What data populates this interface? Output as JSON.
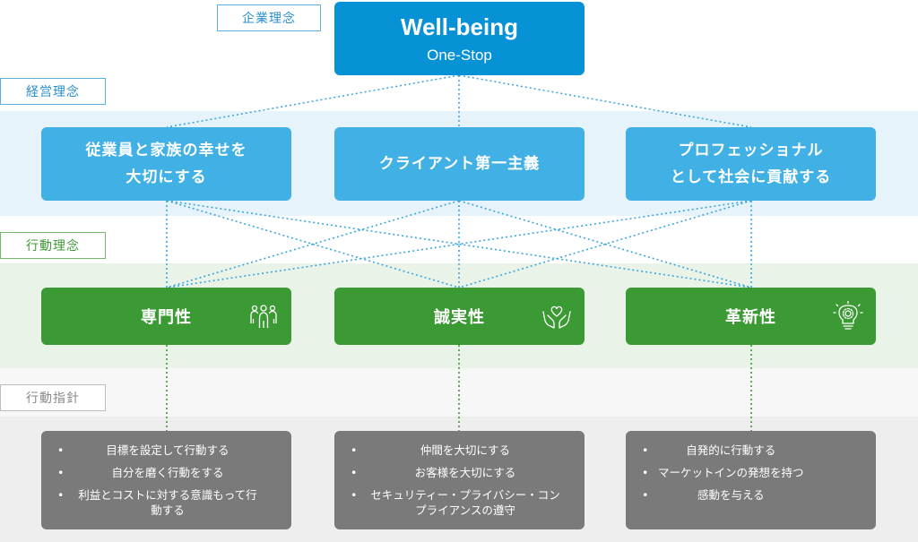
{
  "tags": {
    "corporate": "企業理念",
    "management": "経営理念",
    "action": "行動理念",
    "guideline": "行動指針"
  },
  "top": {
    "title": "Well-being",
    "subtitle": "One-Stop"
  },
  "management": [
    {
      "line1": "従業員と家族の幸せを",
      "line2": "大切にする"
    },
    {
      "line1": "クライアント第一主義",
      "line2": ""
    },
    {
      "line1": "プロフェッショナル",
      "line2": "として社会に貢献する"
    }
  ],
  "actions": [
    {
      "label": "専門性",
      "icon": "team-icon"
    },
    {
      "label": "誠実性",
      "icon": "heart-hands-icon"
    },
    {
      "label": "革新性",
      "icon": "lightbulb-gear-icon"
    }
  ],
  "guidelines": [
    {
      "items": [
        "目標を設定して行動する",
        "自分を磨く行動をする",
        "利益とコストに対する意識もって行動する"
      ]
    },
    {
      "items": [
        "仲間を大切にする",
        "お客様を大切にする",
        "セキュリティー・プライバシー・コンプライアンスの遵守"
      ]
    },
    {
      "items": [
        "自発的に行動する",
        "マーケットインの発想を持つ",
        "感動を与える"
      ]
    }
  ],
  "colors": {
    "top": "#0892d6",
    "management": "#41b0e4",
    "action": "#3c9a35",
    "guideline": "#7a7a7a"
  }
}
